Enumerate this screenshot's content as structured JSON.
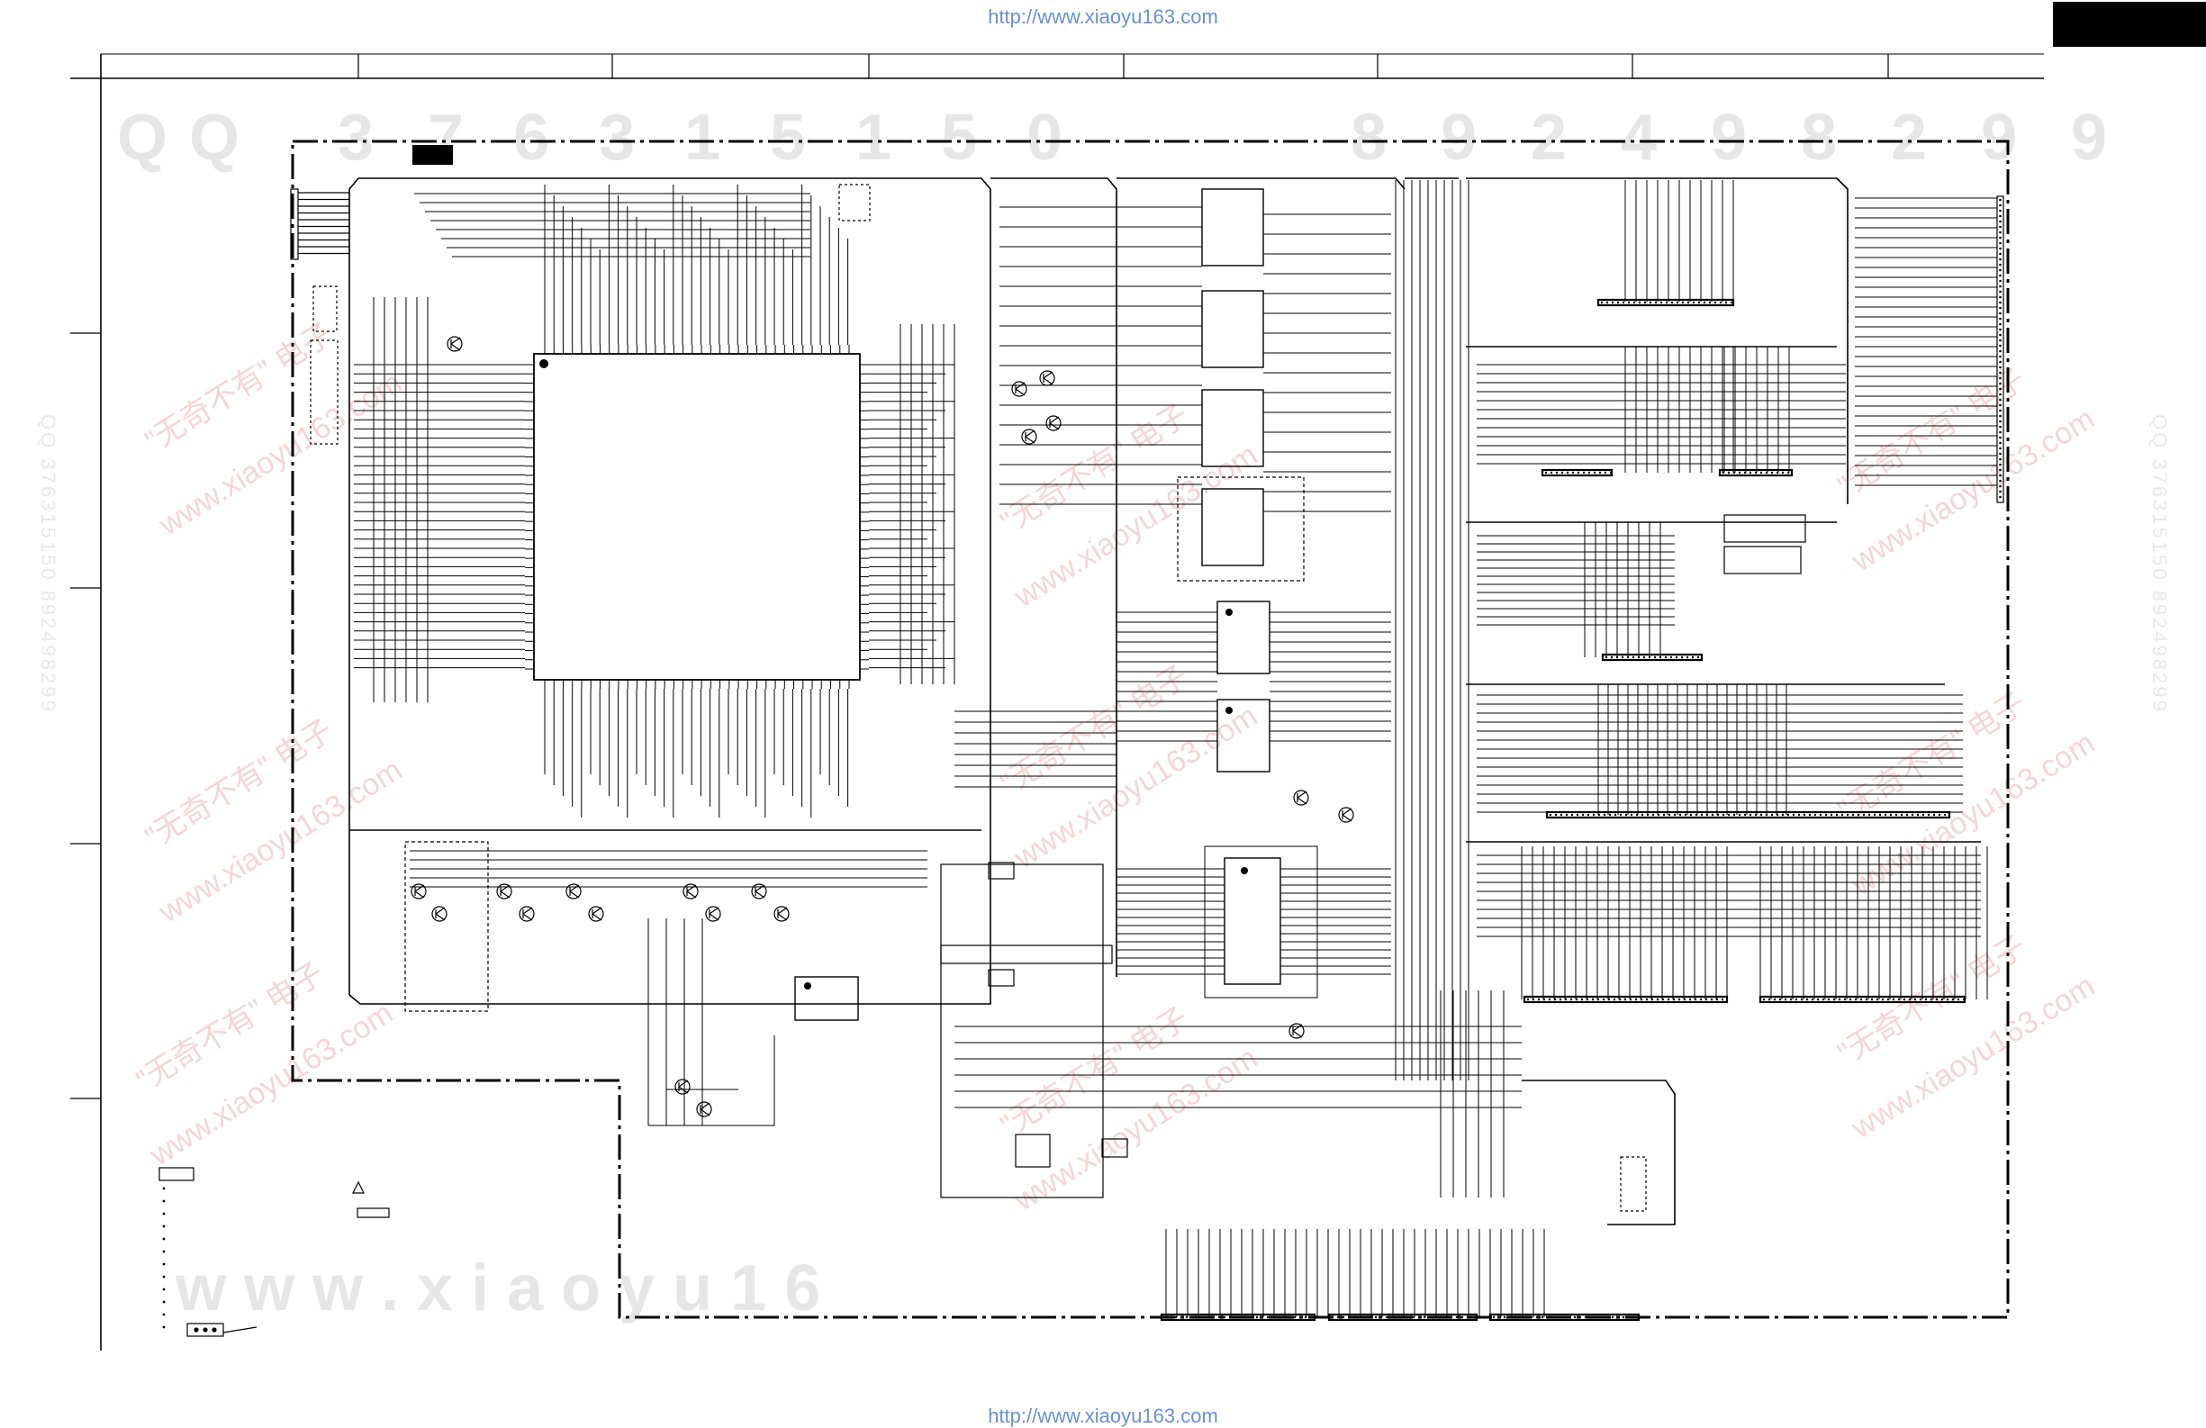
{
  "header": {
    "url_top": "http://www.xiaoyu163.com",
    "url_bottom": "http://www.xiaoyu163.com"
  },
  "watermark": {
    "digits": [
      "Q",
      "Q",
      "3",
      "7",
      "6",
      "3",
      "1",
      "5",
      "1",
      "5",
      "0",
      "8",
      "9",
      "2",
      "4",
      "9",
      "8",
      "2",
      "9",
      "9"
    ],
    "www_text": "w w w . x i a o y u 1 6",
    "cn_text": "\"无奇不有\" 电子",
    "cn_url": "www.xiaoyu163.com",
    "side_text": "QQ 376315150  892498299"
  },
  "schematic": {
    "sheet_tab": "",
    "legend_label": ""
  },
  "colors": {
    "line": "#000000",
    "watermark_digit": "#e6e6e6",
    "watermark_cn": "#f3d6d6",
    "url": "#6a8fd8"
  }
}
